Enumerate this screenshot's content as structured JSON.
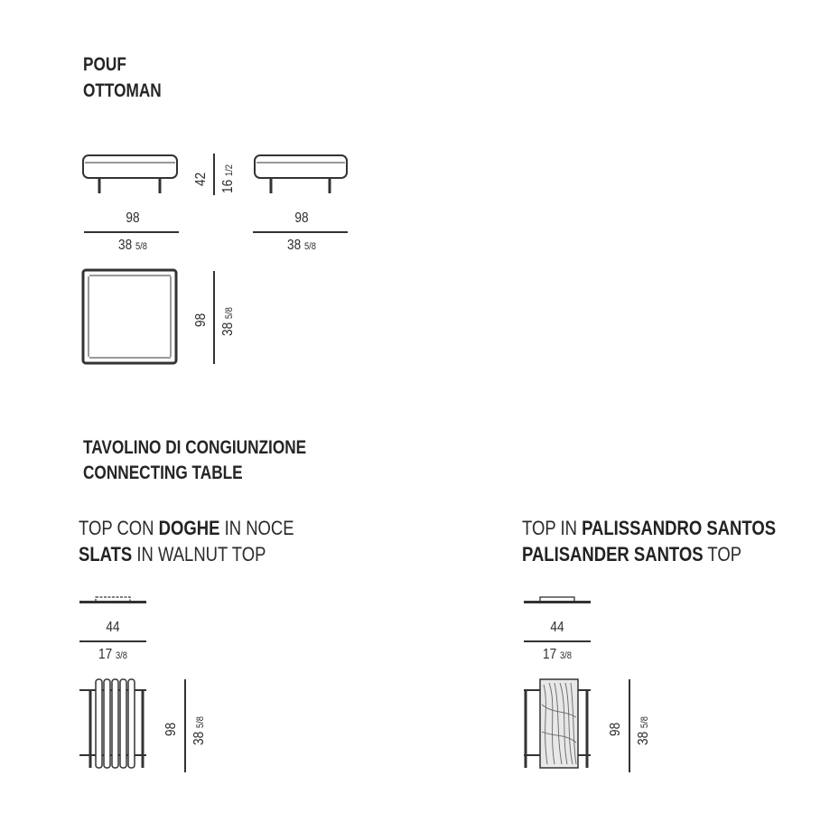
{
  "pouf": {
    "title_it": "POUF",
    "title_en": "OTTOMAN",
    "height_cm": "42",
    "height_in": "16",
    "height_in_frac": "1/2",
    "front_width_cm": "98",
    "front_width_in": "38",
    "front_width_in_frac": "5/8",
    "side_width_cm": "98",
    "side_width_in": "38",
    "side_width_in_frac": "5/8",
    "plan_depth_cm": "98",
    "plan_depth_in": "38",
    "plan_depth_in_frac": "5/8"
  },
  "table": {
    "title_it": "TAVOLINO DI CONGIUNZIONE",
    "title_en": "CONNECTING TABLE",
    "walnut": {
      "line1_pre": "TOP CON",
      "line1_bold": "DOGHE",
      "line1_post": "IN NOCE",
      "line2_bold": "SLATS",
      "line2_post": "IN WALNUT TOP",
      "width_cm": "44",
      "width_in": "17",
      "width_in_frac": "3/8",
      "depth_cm": "98",
      "depth_in": "38",
      "depth_in_frac": "5/8"
    },
    "palisander": {
      "line1_pre": "TOP IN",
      "line1_bold": "PALISSANDRO SANTOS",
      "line2_bold": "PALISANDER SANTOS",
      "line2_post": "TOP",
      "width_cm": "44",
      "width_in": "17",
      "width_in_frac": "3/8",
      "depth_cm": "98",
      "depth_in": "38",
      "depth_in_frac": "5/8"
    }
  },
  "colors": {
    "line": "#333333",
    "text": "#2b2b2b"
  }
}
